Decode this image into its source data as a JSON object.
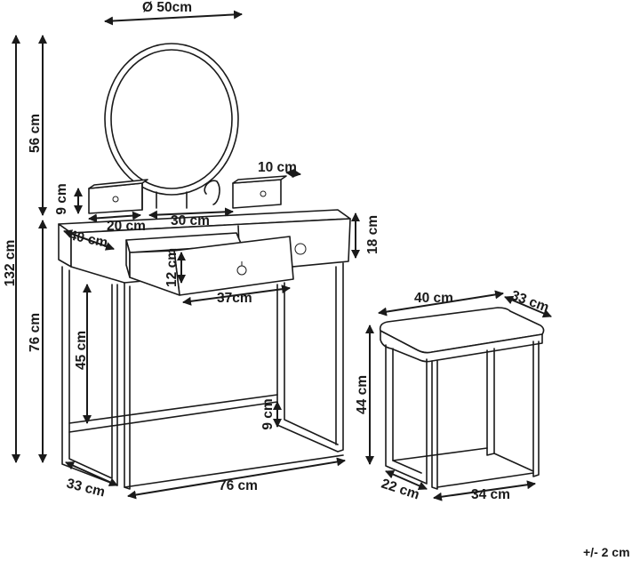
{
  "dimensions": {
    "mirror_diameter": "Ø 50cm",
    "total_height": "132 cm",
    "mirror_height": "56 cm",
    "table_height": "76 cm",
    "small_drawer_depth": "10 cm",
    "small_drawer_height": "9 cm",
    "small_drawer_width": "20 cm",
    "mirror_stand_width": "30 cm",
    "tabletop_depth": "40 cm",
    "apron_height": "18 cm",
    "drawer_height": "12 cm",
    "drawer_width": "37cm",
    "leg_clearance": "45 cm",
    "stretcher_height": "9 cm",
    "base_depth": "33 cm",
    "base_width": "76 cm",
    "stool_width": "40 cm",
    "stool_depth": "33 cm",
    "stool_height": "44 cm",
    "stool_base_depth": "22 cm",
    "stool_base_width": "34 cm"
  },
  "tolerance": "+/- 2 cm"
}
